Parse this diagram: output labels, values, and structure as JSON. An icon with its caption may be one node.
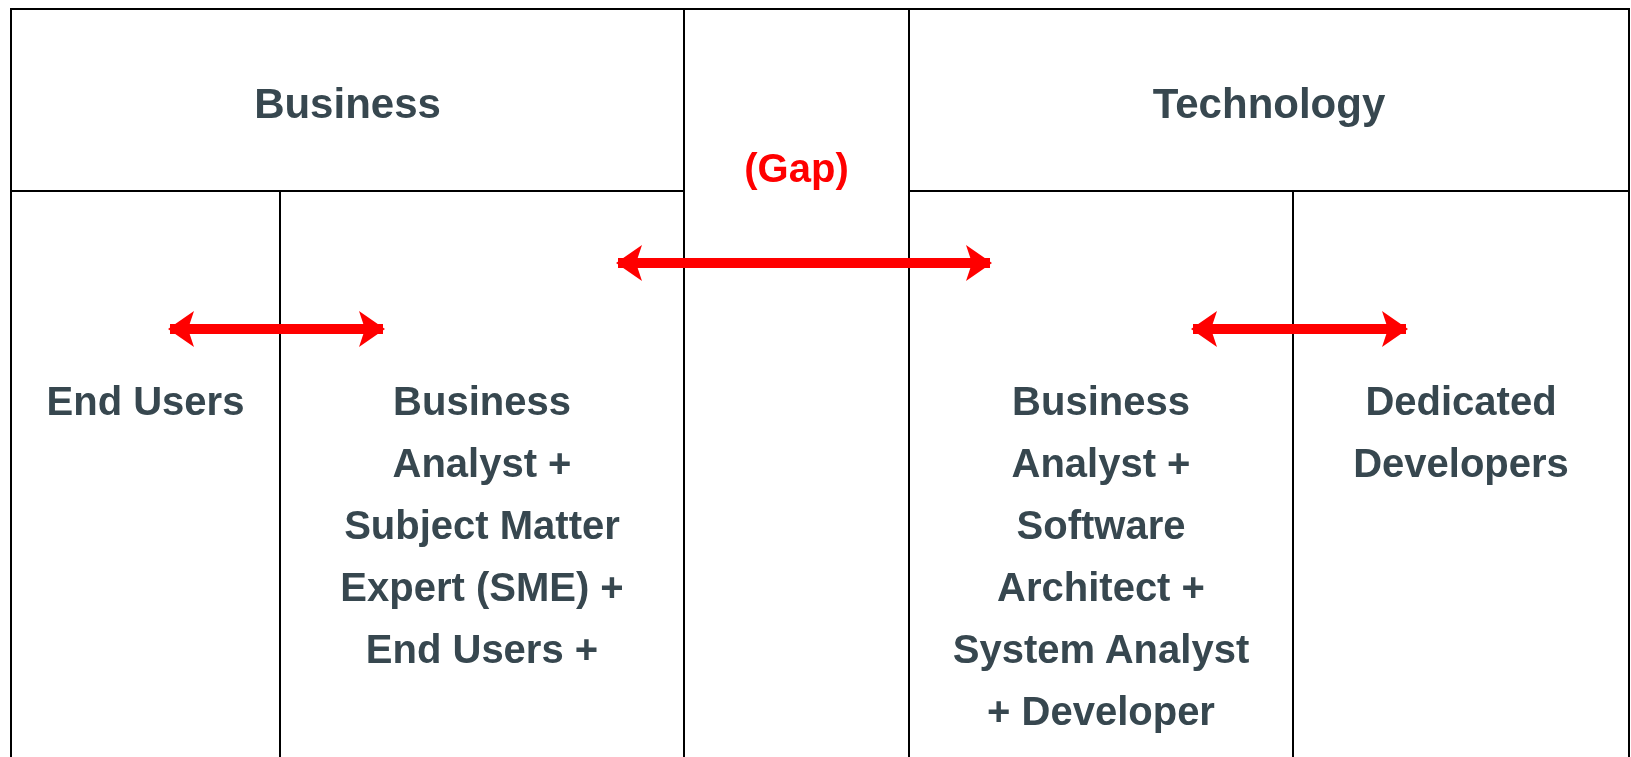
{
  "diagram": {
    "nodes": [
      {
        "text": [
          "Business"
        ]
      },
      {
        "text": [
          "(Gap)"
        ]
      },
      {
        "text": [
          "Technology"
        ]
      },
      {
        "text": [
          "End Users"
        ]
      },
      {
        "text": [
          "Business Analyst + Subject Matter Expert (SME) + End Users +"
        ]
      },
      {
        "text": [
          "Business Analyst + Software Architect + System Analyst + Developer"
        ]
      },
      {
        "text": [
          "Dedicated Developers"
        ]
      }
    ],
    "edges": [
      {
        "from": 3,
        "to": 4,
        "arrow": "both"
      },
      {
        "from": 4,
        "to": 5,
        "arrow": "both"
      },
      {
        "from": 5,
        "to": 6,
        "arrow": "both"
      }
    ]
  }
}
